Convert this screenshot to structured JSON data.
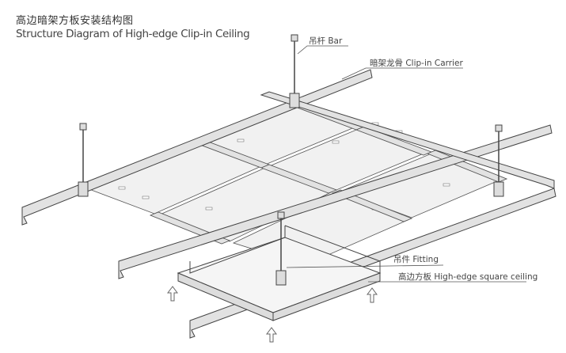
{
  "title": {
    "cn": "高边暗架方板安装结构图",
    "en": "Structure Diagram of High-edge Clip-in Ceiling"
  },
  "labels": {
    "bar": "吊杆  Bar",
    "carrier": "暗架龙骨  Clip-in Carrier",
    "fitting": "吊件  Fitting",
    "panel": "高边方板  High-edge square ceiling"
  },
  "colors": {
    "line": "#555555",
    "rail": "#e2e2e2",
    "panel": "#f1f1f1"
  }
}
